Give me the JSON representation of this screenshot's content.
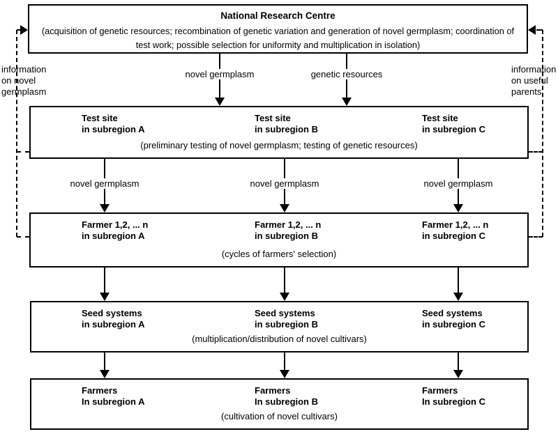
{
  "colors": {
    "line": "#000000",
    "background": "#ffffff"
  },
  "diagram": {
    "top_box": {
      "title": "National Research Centre",
      "description": "(acquisition of genetic resources; recombination of genetic variation and generation of novel germplasm; coordination of test work; possible selection for uniformity and multiplication in isolation)"
    },
    "left_feedback": {
      "line1": "information",
      "line2": "on novel",
      "line3": "germplasm"
    },
    "right_feedback": {
      "line1": "information",
      "line2": "on useful",
      "line3": "parents"
    },
    "top_arrows": [
      {
        "label": "novel germplasm"
      },
      {
        "label": "genetic resources"
      }
    ],
    "mid_arrows": [
      {
        "label": "novel germplasm"
      },
      {
        "label": "novel germplasm"
      },
      {
        "label": "novel germplasm"
      }
    ],
    "rows": [
      {
        "columns": [
          {
            "title": "Test site",
            "location": "in subregion A"
          },
          {
            "title": "Test site",
            "location": "in subregion B"
          },
          {
            "title": "Test site",
            "location": "in subregion C"
          }
        ],
        "note": "(preliminary testing of novel germplasm; testing of genetic resources)"
      },
      {
        "columns": [
          {
            "title": "Farmer 1,2, ... n",
            "location": "in subregion A"
          },
          {
            "title": "Farmer 1,2, ... n",
            "location": "in subregion B"
          },
          {
            "title": "Farmer 1,2, ... n",
            "location": "in subregion C"
          }
        ],
        "note": "(cycles of farmers' selection)"
      },
      {
        "columns": [
          {
            "title": "Seed systems",
            "location": "in subregion A"
          },
          {
            "title": "Seed systems",
            "location": "in subregion B"
          },
          {
            "title": "Seed systems",
            "location": "in subregion C"
          }
        ],
        "note": "(multiplication/distribution of novel cultivars)"
      },
      {
        "columns": [
          {
            "title": "Farmers",
            "location": "In subregion A"
          },
          {
            "title": "Farmers",
            "location": "In subregion B"
          },
          {
            "title": "Farmers",
            "location": "In subregion C"
          }
        ],
        "note": "(cultivation of novel cultivars)"
      }
    ]
  }
}
